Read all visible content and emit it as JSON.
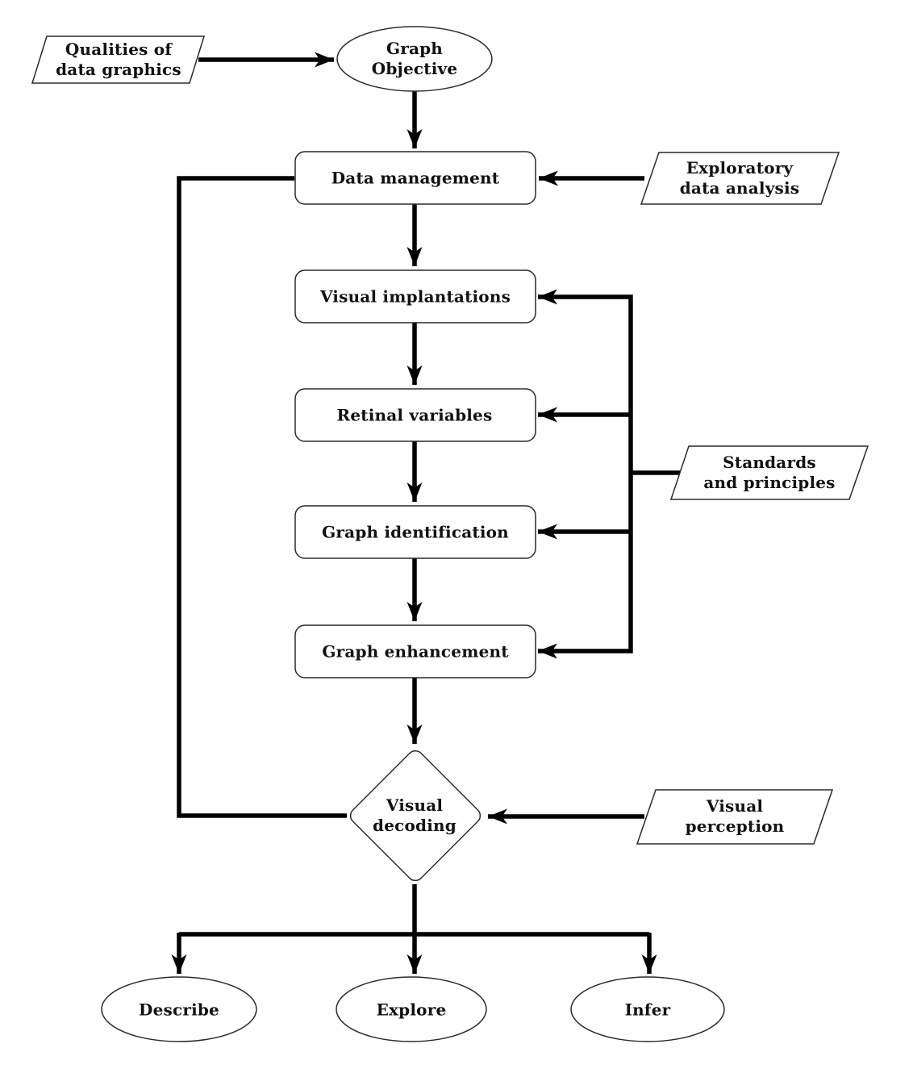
{
  "diagram": {
    "nodes": {
      "qualities": {
        "shape": "parallelogram",
        "line1": "Qualities of",
        "line2": "data graphics"
      },
      "graph_objective": {
        "shape": "ellipse",
        "line1": "Graph",
        "line2": "Objective"
      },
      "data_management": {
        "shape": "rounded-rect",
        "label": "Data management"
      },
      "exploratory": {
        "shape": "parallelogram",
        "line1": "Exploratory",
        "line2": "data analysis"
      },
      "visual_implantations": {
        "shape": "rounded-rect",
        "label": "Visual implantations"
      },
      "retinal_variables": {
        "shape": "rounded-rect",
        "label": "Retinal variables"
      },
      "standards": {
        "shape": "parallelogram",
        "line1": "Standards",
        "line2": "and principles"
      },
      "graph_identification": {
        "shape": "rounded-rect",
        "label": "Graph identification"
      },
      "graph_enhancement": {
        "shape": "rounded-rect",
        "label": "Graph enhancement"
      },
      "visual_decoding": {
        "shape": "diamond",
        "line1": "Visual",
        "line2": "decoding"
      },
      "visual_perception": {
        "shape": "parallelogram",
        "line1": "Visual",
        "line2": "perception"
      },
      "describe": {
        "shape": "ellipse",
        "label": "Describe"
      },
      "explore": {
        "shape": "ellipse",
        "label": "Explore"
      },
      "infer": {
        "shape": "ellipse",
        "label": "Infer"
      }
    },
    "edges": [
      {
        "from": "qualities",
        "to": "graph_objective",
        "arrow": true
      },
      {
        "from": "graph_objective",
        "to": "data_management",
        "arrow": true
      },
      {
        "from": "exploratory",
        "to": "data_management",
        "arrow": true
      },
      {
        "from": "data_management",
        "to": "visual_implantations",
        "arrow": true
      },
      {
        "from": "visual_implantations",
        "to": "retinal_variables",
        "arrow": true
      },
      {
        "from": "retinal_variables",
        "to": "graph_identification",
        "arrow": true
      },
      {
        "from": "graph_identification",
        "to": "graph_enhancement",
        "arrow": true
      },
      {
        "from": "graph_enhancement",
        "to": "visual_decoding",
        "arrow": true
      },
      {
        "from": "standards",
        "to": "visual_implantations",
        "arrow": true
      },
      {
        "from": "standards",
        "to": "retinal_variables",
        "arrow": true
      },
      {
        "from": "standards",
        "to": "graph_identification",
        "arrow": true
      },
      {
        "from": "standards",
        "to": "graph_enhancement",
        "arrow": true
      },
      {
        "from": "visual_perception",
        "to": "visual_decoding",
        "arrow": true
      },
      {
        "from": "visual_decoding",
        "to": "data_management",
        "arrow": false
      },
      {
        "from": "visual_decoding",
        "to": "describe",
        "arrow": true
      },
      {
        "from": "visual_decoding",
        "to": "explore",
        "arrow": true
      },
      {
        "from": "visual_decoding",
        "to": "infer",
        "arrow": true
      }
    ],
    "colors": {
      "background": "#ffffff",
      "flow_line": "#000000",
      "shape_border": "#2a2a2a",
      "shape_fill": "#ffffff",
      "text": "#111111"
    }
  }
}
